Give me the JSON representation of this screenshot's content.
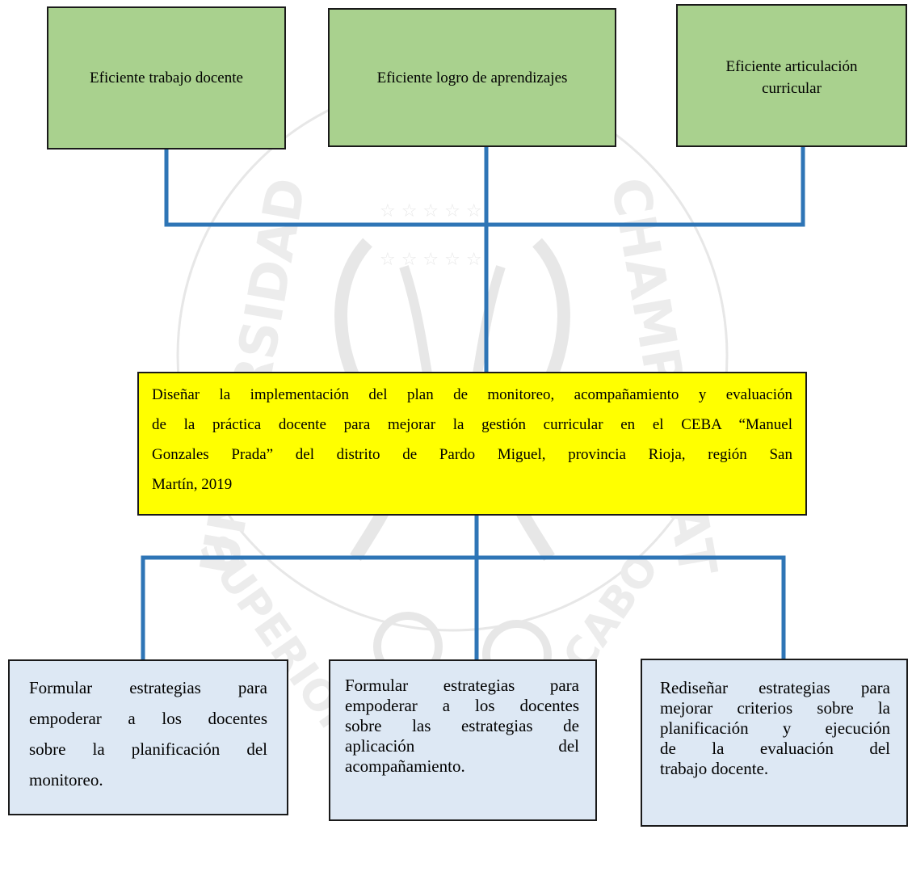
{
  "diagram": {
    "top_boxes": [
      {
        "id": "t1",
        "lines": [
          "Eficiente trabajo docente"
        ]
      },
      {
        "id": "t2",
        "lines": [
          "Eficiente logro de aprendizajes"
        ]
      },
      {
        "id": "t3",
        "lines": [
          "Eficiente articulación",
          "curricular"
        ]
      }
    ],
    "center_box": {
      "lines": [
        "Diseñar la implementación del plan de monitoreo, acompañamiento y evaluación",
        "de la práctica docente para mejorar la gestión curricular en el CEBA “Manuel",
        "Gonzales Prada” del distrito de Pardo Miguel, provincia Rioja, región San",
        "Martín, 2019"
      ]
    },
    "bottom_boxes": [
      {
        "id": "b1",
        "lines": [
          "Formular estrategias para",
          "empoderar a los docentes",
          "sobre la planificación del",
          "monitoreo."
        ]
      },
      {
        "id": "b2",
        "lines": [
          "Formular estrategias para",
          "empoderar a los docentes",
          "sobre las estrategias de",
          "aplicación del",
          "acompañamiento."
        ]
      },
      {
        "id": "b3",
        "lines": [
          "Rediseñar estrategias para",
          "mejorar criterios sobre la",
          "planificación y ejecución",
          "de la evaluación del",
          "trabajo docente."
        ]
      }
    ],
    "watermark": {
      "text_left": "UNIVERSIDAD",
      "text_right": "CHAMPAGNAT",
      "text_bottom_left": "SUPERIOR",
      "text_bottom_right": "TICABO"
    },
    "colors": {
      "top_fill": "#a9d18e",
      "center_fill": "#ffff00",
      "bottom_fill": "#dde8f4",
      "connector": "#2e75b6"
    }
  }
}
